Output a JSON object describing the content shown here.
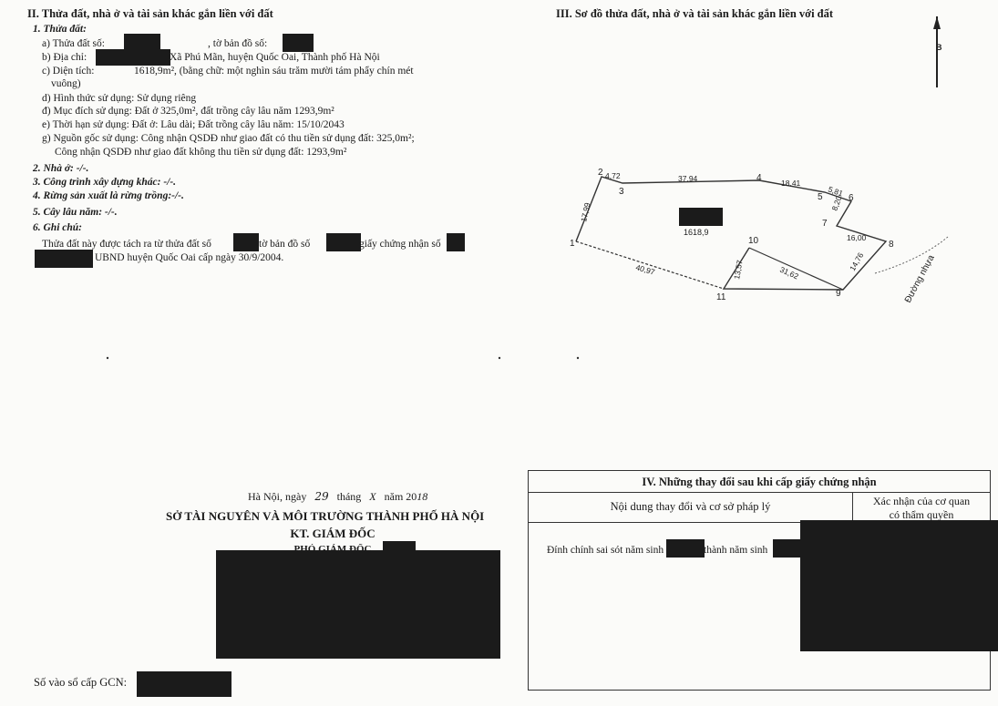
{
  "section2": {
    "heading": "II. Thửa đất, nhà ở và tài sản khác gắn liền với đất",
    "parcel": {
      "title": "1. Thửa đất:",
      "a_label": "a) Thửa đất số:",
      "a_suffix": ", tờ bản đồ số:",
      "b_label": "b) Địa chỉ:",
      "b_value": "Xã Phú Mãn, huyện Quốc Oai, Thành phố Hà Nội",
      "c_label": "c) Diện tích:",
      "c_value": "1618,9m², (bằng chữ: một nghìn sáu trăm mười tám phẩy chín mét",
      "c_cont": "vuông)",
      "d_use_form": "d) Hình thức sử dụng:   Sử dụng riêng",
      "d_purpose": "đ) Mục đích sử dụng:  Đất ở 325,0m², đất trồng cây lâu năm 1293,9m²",
      "e_term": "e) Thời hạn sử dụng:  Đất ở: Lâu dài; Đất trồng cây lâu năm: 15/10/2043",
      "g_origin": "g) Nguồn gốc sử dụng:  Công nhận QSDĐ như giao đất có thu tiền sử dụng đất: 325,0m²;",
      "g_origin_2": "Công nhận QSDĐ như giao đất không thu tiền sử dụng đất: 1293,9m²"
    },
    "house": "2. Nhà ở:  -/-.",
    "construction": "3. Công trình xây dựng khác: -/-.",
    "forest": "4. Rừng sản xuất là rừng trồng:-/-.",
    "perennial": "5. Cây lâu năm:  -/-.",
    "notes_title": "6. Ghi chú:",
    "notes_1a": "Thửa đất này được tách ra từ thửa đất số",
    "notes_1b": "tờ bản đồ số",
    "notes_1c": "giấy chứng nhận số",
    "notes_2": "UBND huyện Quốc Oai cấp ngày 30/9/2004."
  },
  "section3": {
    "heading": "III. Sơ đồ thửa đất, nhà ở và tài sản khác gắn liền với đất",
    "area_label": "1618,9",
    "road_label": "Đường nhựa",
    "north_label": "B",
    "points": [
      "1",
      "2",
      "3",
      "4",
      "5",
      "6",
      "7",
      "8",
      "9",
      "10",
      "11"
    ],
    "edges": [
      "4,72",
      "37,94",
      "18,41",
      "5,81",
      "8,20",
      "16,00",
      "14,76",
      "31,62",
      "13,57",
      "40,97",
      "17,99"
    ]
  },
  "signature": {
    "date_line": "Hà Nội, ngày",
    "day": "29",
    "month_label": "tháng",
    "month": "X",
    "year_label": "năm 20",
    "year_suffix": "18",
    "department": "SỞ TÀI NGUYÊN VÀ MÔI TRƯỜNG THÀNH PHỐ HÀ NỘI",
    "kt": "KT. GIÁM ĐỐC",
    "deputy": "PHÓ GIÁM ĐỐC"
  },
  "registry": {
    "label": "Số vào sổ cấp GCN:"
  },
  "section4": {
    "heading": "IV. Những thay đổi sau khi cấp giấy chứng nhận",
    "col1": "Nội dung thay đổi và cơ sở pháp lý",
    "col2a": "Xác nhận của cơ quan",
    "col2b": "có thẩm quyền",
    "entry_a": "Đính chính sai sót năm sinh",
    "entry_b": "thành năm sinh"
  }
}
